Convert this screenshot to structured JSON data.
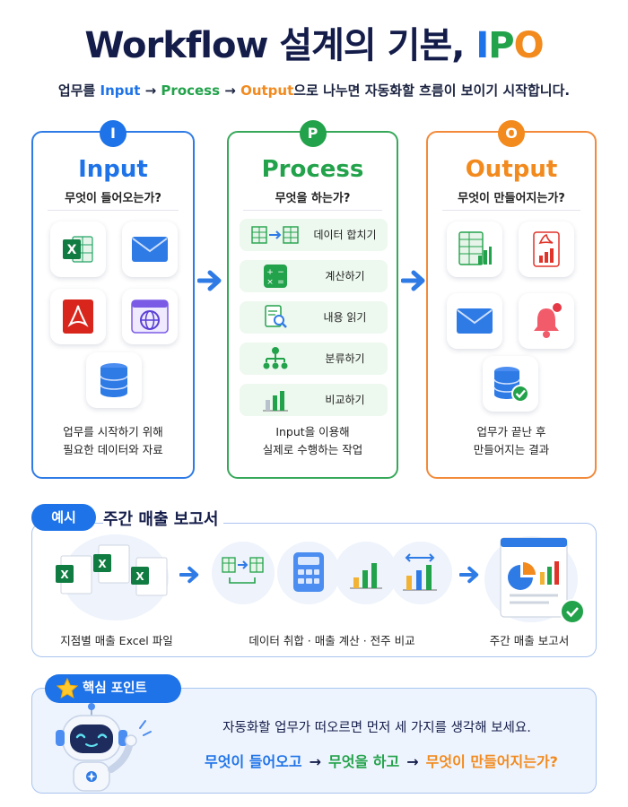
{
  "header": {
    "title_main": "Workflow 설계의 기본, ",
    "title_i": "I",
    "title_p": "P",
    "title_o": "O",
    "subtitle": {
      "lead": "업무를 ",
      "input": "Input",
      "arrow1": " → ",
      "process": "Process",
      "arrow2": " → ",
      "output": "Output",
      "trail": "으로 나누면 자동화할 흐름이 보이기 시작합니다."
    }
  },
  "cards": {
    "input": {
      "badge": "I",
      "title": "Input",
      "question": "무엇이 들어오는가?",
      "desc1": "업무를 시작하기 위해",
      "desc2": "필요한 데이터와 자료"
    },
    "process": {
      "badge": "P",
      "title": "Process",
      "question": "무엇을 하는가?",
      "steps": [
        "데이터 합치기",
        "계산하기",
        "내용 읽기",
        "분류하기",
        "비교하기"
      ],
      "desc1": "Input을 이용해",
      "desc2": "실제로 수행하는 작업"
    },
    "output": {
      "badge": "O",
      "title": "Output",
      "question": "무엇이 만들어지는가?",
      "desc1": "업무가 끝난 후",
      "desc2": "만들어지는 결과"
    }
  },
  "example": {
    "tag": "예시",
    "title": "주간 매출 보고서",
    "caption_input": "지점별 매출 Excel 파일",
    "caption_process": "데이터 취합  ·  매출 계산  ·  전주 비교",
    "caption_output": "주간 매출 보고서"
  },
  "keypoint": {
    "tag": "핵심 포인트",
    "line1": "자동화할 업무가 떠오르면 먼저 세 가지를 생각해 보세요.",
    "q1": "무엇이 들어오고",
    "sep1": "→",
    "q2": "무엇을 하고",
    "sep2": "→",
    "q3": "무엇이 만들어지는가?"
  },
  "colors": {
    "input": "#1e73e8",
    "process": "#22a24a",
    "output": "#f28a1e",
    "navy": "#141d4a"
  },
  "icons": [
    "excel-icon",
    "mail-icon",
    "pdf-icon",
    "web-icon",
    "database-icon",
    "merge-icon",
    "calculator-icon",
    "search-doc-icon",
    "tree-icon",
    "bar-chart-icon",
    "spreadsheet-chart-icon",
    "pdf-chart-icon",
    "bell-icon",
    "database-check-icon",
    "star-icon",
    "robot-icon"
  ]
}
